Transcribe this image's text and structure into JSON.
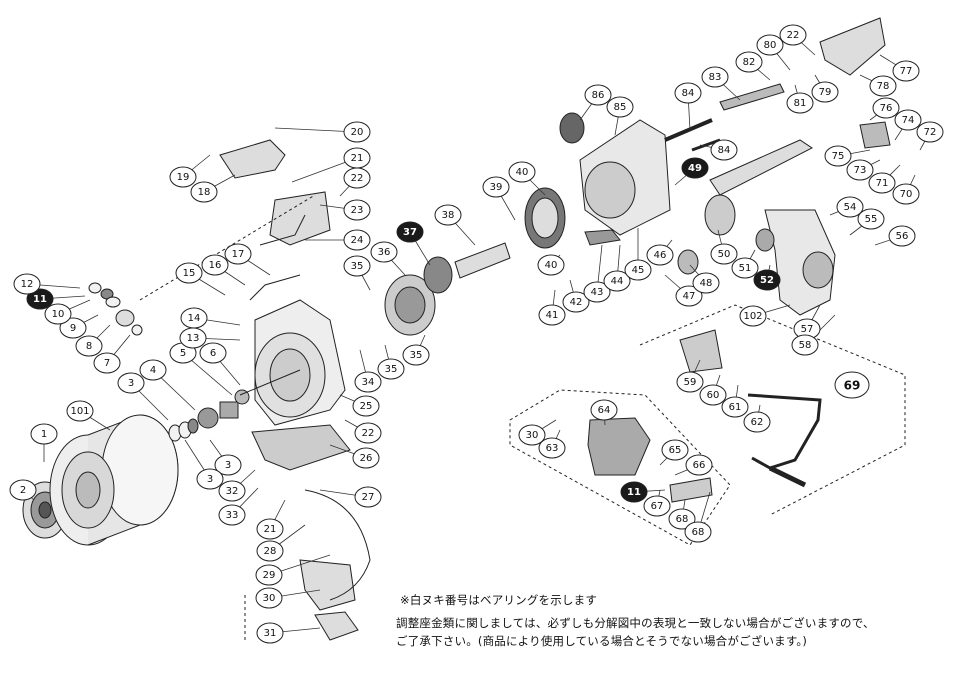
{
  "diagram": {
    "parts": [
      {
        "id": "p1",
        "label": "1"
      },
      {
        "id": "p101",
        "label": "101"
      },
      {
        "id": "p2",
        "label": "2"
      },
      {
        "id": "p3a",
        "label": "3"
      },
      {
        "id": "p3b",
        "label": "3"
      },
      {
        "id": "p3c",
        "label": "3"
      },
      {
        "id": "p4",
        "label": "4"
      },
      {
        "id": "p5",
        "label": "5"
      },
      {
        "id": "p6",
        "label": "6"
      },
      {
        "id": "p7",
        "label": "7"
      },
      {
        "id": "p8",
        "label": "8"
      },
      {
        "id": "p9",
        "label": "9"
      },
      {
        "id": "p10",
        "label": "10"
      },
      {
        "id": "p11a",
        "label": "11",
        "bearing": true
      },
      {
        "id": "p12",
        "label": "12"
      },
      {
        "id": "p13",
        "label": "13"
      },
      {
        "id": "p14",
        "label": "14"
      },
      {
        "id": "p15",
        "label": "15"
      },
      {
        "id": "p16",
        "label": "16"
      },
      {
        "id": "p17",
        "label": "17"
      },
      {
        "id": "p18",
        "label": "18"
      },
      {
        "id": "p19",
        "label": "19"
      },
      {
        "id": "p20",
        "label": "20"
      },
      {
        "id": "p21a",
        "label": "21"
      },
      {
        "id": "p21b",
        "label": "21"
      },
      {
        "id": "p22a",
        "label": "22"
      },
      {
        "id": "p22b",
        "label": "22"
      },
      {
        "id": "p22c",
        "label": "22"
      },
      {
        "id": "p23",
        "label": "23"
      },
      {
        "id": "p24",
        "label": "24"
      },
      {
        "id": "p25",
        "label": "25"
      },
      {
        "id": "p26",
        "label": "26"
      },
      {
        "id": "p27",
        "label": "27"
      },
      {
        "id": "p28",
        "label": "28"
      },
      {
        "id": "p29",
        "label": "29"
      },
      {
        "id": "p30a",
        "label": "30"
      },
      {
        "id": "p30b",
        "label": "30"
      },
      {
        "id": "p31",
        "label": "31"
      },
      {
        "id": "p32",
        "label": "32"
      },
      {
        "id": "p33",
        "label": "33"
      },
      {
        "id": "p34",
        "label": "34"
      },
      {
        "id": "p35a",
        "label": "35"
      },
      {
        "id": "p35b",
        "label": "35"
      },
      {
        "id": "p35c",
        "label": "35"
      },
      {
        "id": "p36",
        "label": "36"
      },
      {
        "id": "p37",
        "label": "37",
        "bearing": true
      },
      {
        "id": "p38",
        "label": "38"
      },
      {
        "id": "p39",
        "label": "39"
      },
      {
        "id": "p40a",
        "label": "40"
      },
      {
        "id": "p40b",
        "label": "40"
      },
      {
        "id": "p41",
        "label": "41"
      },
      {
        "id": "p42",
        "label": "42"
      },
      {
        "id": "p43",
        "label": "43"
      },
      {
        "id": "p44",
        "label": "44"
      },
      {
        "id": "p45",
        "label": "45"
      },
      {
        "id": "p46",
        "label": "46"
      },
      {
        "id": "p47",
        "label": "47"
      },
      {
        "id": "p48",
        "label": "48"
      },
      {
        "id": "p49",
        "label": "49",
        "bearing": true
      },
      {
        "id": "p50",
        "label": "50"
      },
      {
        "id": "p51",
        "label": "51"
      },
      {
        "id": "p52",
        "label": "52",
        "bearing": true
      },
      {
        "id": "p54",
        "label": "54"
      },
      {
        "id": "p55",
        "label": "55"
      },
      {
        "id": "p56",
        "label": "56"
      },
      {
        "id": "p57",
        "label": "57"
      },
      {
        "id": "p58",
        "label": "58"
      },
      {
        "id": "p59",
        "label": "59"
      },
      {
        "id": "p60",
        "label": "60"
      },
      {
        "id": "p61",
        "label": "61"
      },
      {
        "id": "p62",
        "label": "62"
      },
      {
        "id": "p63",
        "label": "63"
      },
      {
        "id": "p64",
        "label": "64"
      },
      {
        "id": "p65",
        "label": "65"
      },
      {
        "id": "p66",
        "label": "66"
      },
      {
        "id": "p67",
        "label": "67"
      },
      {
        "id": "p68a",
        "label": "68"
      },
      {
        "id": "p68b",
        "label": "68"
      },
      {
        "id": "p69",
        "label": "69"
      },
      {
        "id": "p70",
        "label": "70"
      },
      {
        "id": "p71",
        "label": "71"
      },
      {
        "id": "p72",
        "label": "72"
      },
      {
        "id": "p73",
        "label": "73"
      },
      {
        "id": "p74",
        "label": "74"
      },
      {
        "id": "p75",
        "label": "75"
      },
      {
        "id": "p76",
        "label": "76"
      },
      {
        "id": "p77",
        "label": "77"
      },
      {
        "id": "p78",
        "label": "78"
      },
      {
        "id": "p79",
        "label": "79"
      },
      {
        "id": "p80",
        "label": "80"
      },
      {
        "id": "p81",
        "label": "81"
      },
      {
        "id": "p82",
        "label": "82"
      },
      {
        "id": "p83",
        "label": "83"
      },
      {
        "id": "p84a",
        "label": "84"
      },
      {
        "id": "p84b",
        "label": "84"
      },
      {
        "id": "p85",
        "label": "85"
      },
      {
        "id": "p86",
        "label": "86"
      },
      {
        "id": "p102",
        "label": "102"
      },
      {
        "id": "p11b",
        "label": "11",
        "bearing": true
      }
    ]
  },
  "notes": {
    "bearing_note": "※白ヌキ番号はベアリングを示します",
    "adjust_note_line1": "調整座金類に関しましては、必ずしも分解図中の表現と一致しない場合がございますので、",
    "adjust_note_line2": "ご了承下さい。(商品により使用している場合とそうでない場合がございます。)"
  },
  "colors": {
    "line": "#222222",
    "bearing_fill": "#1a1a1a",
    "part_fill": "#f2f2f2",
    "dark_part": "#555555"
  }
}
